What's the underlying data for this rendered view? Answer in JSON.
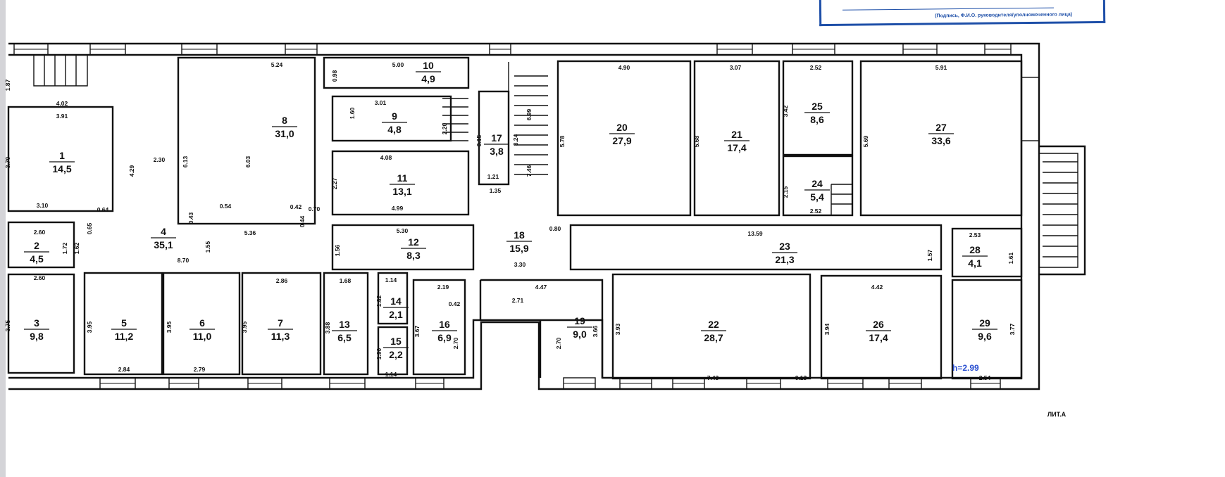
{
  "stamp": {
    "caption": "(Подпись, Ф.И.О. руководителя/уполномоченного лица)"
  },
  "plan": {
    "height_label": "h=2.99",
    "letter_label": "ЛИТ.А",
    "rooms": [
      {
        "number": "1",
        "area": "14,5"
      },
      {
        "number": "2",
        "area": "4,5"
      },
      {
        "number": "3",
        "area": "9,8"
      },
      {
        "number": "4",
        "area": "35,1"
      },
      {
        "number": "5",
        "area": "11,2"
      },
      {
        "number": "6",
        "area": "11,0"
      },
      {
        "number": "7",
        "area": "11,3"
      },
      {
        "number": "8",
        "area": "31,0"
      },
      {
        "number": "9",
        "area": "4,8"
      },
      {
        "number": "10",
        "area": "4,9"
      },
      {
        "number": "11",
        "area": "13,1"
      },
      {
        "number": "12",
        "area": "8,3"
      },
      {
        "number": "13",
        "area": "6,5"
      },
      {
        "number": "14",
        "area": "2,1"
      },
      {
        "number": "15",
        "area": "2,2"
      },
      {
        "number": "16",
        "area": "6,9"
      },
      {
        "number": "17",
        "area": "3,8"
      },
      {
        "number": "18",
        "area": "15,9"
      },
      {
        "number": "19",
        "area": "9,0"
      },
      {
        "number": "20",
        "area": "27,9"
      },
      {
        "number": "21",
        "area": "17,4"
      },
      {
        "number": "22",
        "area": "28,7"
      },
      {
        "number": "23",
        "area": "21,3"
      },
      {
        "number": "24",
        "area": "5,4"
      },
      {
        "number": "25",
        "area": "8,6"
      },
      {
        "number": "26",
        "area": "17,4"
      },
      {
        "number": "27",
        "area": "33,6"
      },
      {
        "number": "28",
        "area": "4,1"
      },
      {
        "number": "29",
        "area": "9,6"
      }
    ],
    "dimensions": [
      "1.87",
      "4.02",
      "3.91",
      "3.70",
      "4.29",
      "2.30",
      "6.13",
      "5.24",
      "6.03",
      "3.10",
      "0.65",
      "0.64",
      "2.60",
      "1.72",
      "1.62",
      "0.43",
      "0.54",
      "0.42",
      "0.44",
      "0.70",
      "5.36",
      "1.55",
      "8.70",
      "2.60",
      "3.75",
      "3.95",
      "3.95",
      "3.95",
      "2.84",
      "2.79",
      "2.86",
      "1.68",
      "3.88",
      "1.56",
      "1.14",
      "1.82",
      "1.90",
      "1.14",
      "2.19",
      "0.42",
      "3.67",
      "2.70",
      "3.30",
      "4.47",
      "2.71",
      "2.70",
      "3.66",
      "0.98",
      "5.00",
      "3.01",
      "1.60",
      "2.20",
      "4.08",
      "2.27",
      "4.99",
      "5.30",
      "3.15",
      "3.24",
      "6.99",
      "7.46",
      "1.21",
      "1.35",
      "0.80",
      "4.90",
      "5.78",
      "3.07",
      "5.68",
      "2.52",
      "3.42",
      "2.15",
      "2.52",
      "5.91",
      "5.69",
      "13.59",
      "1.57",
      "2.53",
      "1.61",
      "4.42",
      "3.94",
      "3.77",
      "2.54",
      "3.93",
      "7.43",
      "0.13"
    ]
  }
}
